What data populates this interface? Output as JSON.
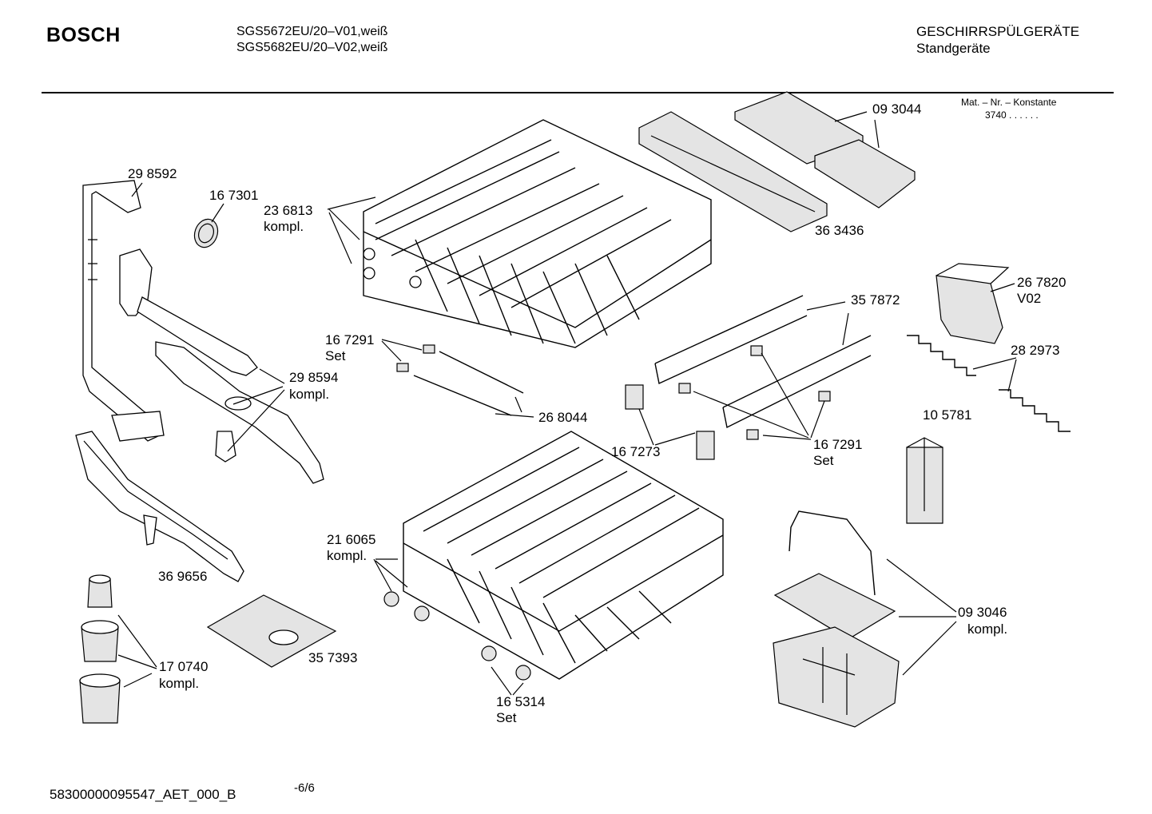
{
  "header": {
    "brand": "BOSCH",
    "model_1": "SGS5672EU/20–V01,weiß",
    "model_2": "SGS5682EU/20–V02,weiß",
    "category": "GESCHIRRSPÜLGERÄTE",
    "subcategory": "Standgeräte",
    "mat_label": "Mat. – Nr. – Konstante",
    "mat_value": "3740  .   .     .   .   .   ."
  },
  "labels": {
    "p298592": "29 8592",
    "p167301": "16 7301",
    "p236813": "23 6813",
    "p236813_sub": "kompl.",
    "p093044": "09 3044",
    "p363436": "36 3436",
    "p267820": "26 7820",
    "p267820_sub": "V02",
    "p357872": "35 7872",
    "p282973": "28 2973",
    "p167291a": "16 7291",
    "p167291a_sub": "Set",
    "p298594": "29 8594",
    "p298594_sub": "kompl.",
    "p268044": "26 8044",
    "p167273": "16 7273",
    "p167291b": "16 7291",
    "p167291b_sub": "Set",
    "p105781": "10 5781",
    "p216065": "21 6065",
    "p216065_sub": "kompl.",
    "p369656": "36 9656",
    "p357393": "35 7393",
    "p170740": "17 0740",
    "p170740_sub": "kompl.",
    "p165314": "16 5314",
    "p165314_sub": "Set",
    "p093046": "09 3046",
    "p093046_sub": "kompl."
  },
  "footer": {
    "doc_id": "58300000095547_AET_000_B",
    "page": "-6/6"
  }
}
